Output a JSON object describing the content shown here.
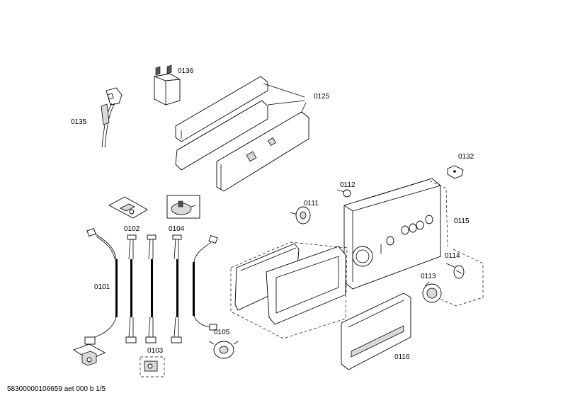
{
  "diagram": {
    "labels": {
      "p0101": "0101",
      "p0102": "0102",
      "p0103": "0103",
      "p0104": "0104",
      "p0105": "0105",
      "p0111": "0111",
      "p0112": "0112",
      "p0113": "0113",
      "p0114": "0114",
      "p0115": "0115",
      "p0116": "0116",
      "p0125": "0125",
      "p0132": "0132",
      "p0135": "0135",
      "p0136": "0136"
    },
    "footer": "58300000106659 aet 000 b 1/5"
  }
}
